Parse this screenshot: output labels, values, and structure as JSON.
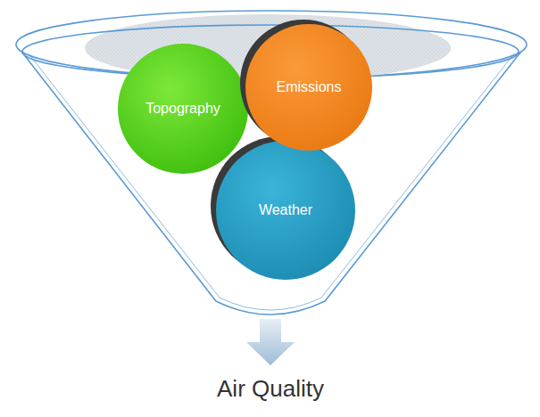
{
  "diagram": {
    "nodes": [
      {
        "text": [
          "Topography"
        ]
      },
      {
        "text": [
          "Emissions"
        ]
      },
      {
        "text": [
          "Weather"
        ]
      }
    ],
    "labels": [
      "Air Quality"
    ]
  }
}
